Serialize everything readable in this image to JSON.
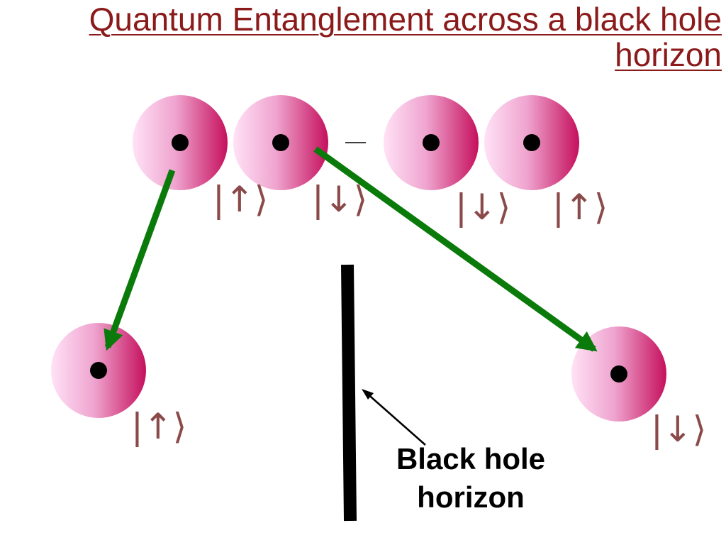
{
  "title": {
    "line1": "Quantum Entanglement across a black hole",
    "line2": "horizon"
  },
  "caption": {
    "line1": "Black hole",
    "line2": "horizon"
  },
  "spin_states": {
    "top_1": "|↑⟩",
    "top_2": "|↓⟩",
    "top_3": "|↓⟩",
    "top_4": "|↑⟩",
    "bottom_left": "|↑⟩",
    "bottom_right": "|↓⟩"
  },
  "colors": {
    "title": "#8b1a1a",
    "particle_light": "#ffe0f5",
    "particle_dark": "#c8105e",
    "arrow": "#0a7a0a",
    "ket": "#8b4a4a",
    "horizon": "#000000"
  }
}
